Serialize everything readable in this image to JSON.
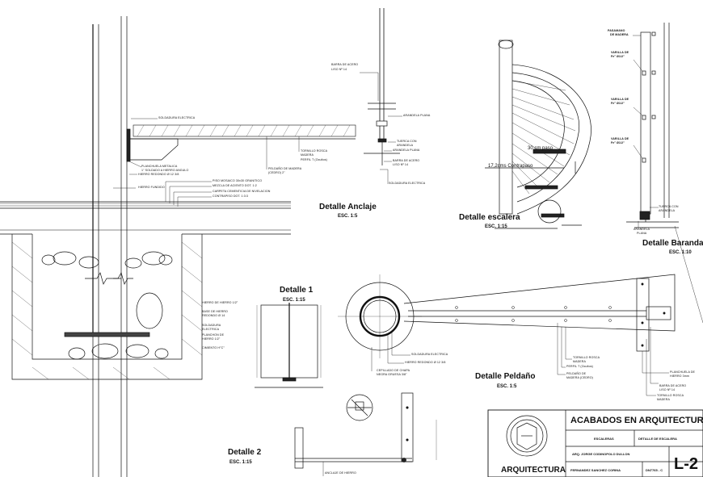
{
  "details": {
    "anclaje": {
      "title": "Detalle Anclaje",
      "scale": "ESC. 1:5"
    },
    "escalera": {
      "title": "Detalle escalera",
      "scale": "ESC. 1:15"
    },
    "baranda": {
      "title": "Detalle Baranda",
      "scale": "ESC. 1:10"
    },
    "uno": {
      "title": "Detalle 1",
      "scale": "ESC. 1:15"
    },
    "peldano": {
      "title": "Detalle Peldaño",
      "scale": "ESC. 1:5"
    },
    "dos": {
      "title": "Detalle 2",
      "scale": "ESC. 1:15"
    }
  },
  "annotations": {
    "soldadura_electrica_top": "SOLDADURA ELECTRICA",
    "planchuela": "PLANCHUELA METALICA",
    "planchuela2": "1\" SOLDADO A HIERRO ANGULO",
    "hierro_redondo_top": "HIERRO REDONDO Ø 12 3/8",
    "hierro_fundido": "HIERRO FUNDIDO",
    "piso_mosaico": "PISO MOSAICO 30x30 GRANITICO",
    "mezcla": "MEZCLA DE ACIENTO DOT. 1:2",
    "carpeta": "CARPETA CEMENTICIA DE NIVELACION",
    "contrapiso": "CONTRAPISO DOT. 1:3:3",
    "barra_acero": "BARRA DE ACERO",
    "barra_acero2": "LISO Nº 14",
    "arandela_plana": "ARANDELA PLANA",
    "tuerca": "TUERCA CON",
    "tuerca2": "ARANDELA",
    "arandela_plana2": "ARANDELA PLANA",
    "barra_acero_b": "BARRA DE ACERO",
    "barra_acero_b2": "LISO Nº 14",
    "soldadura_b": "SOLDADURA ELECTRICA",
    "tornillo": "TORNILLO ROSCA",
    "tornillo2": "MADERA",
    "perfil": "PERFIL T (Ocultos)",
    "peldano_madera": "PELDAÑO DE MADERA",
    "peldano_madera2": "(CEDRO) 2\"",
    "paso": "30 cm paso",
    "contrapaso": "17,2cms Contrapaso",
    "pasamano": "PASAMANO",
    "pasamano2": "DE MADERA",
    "varilla1": "VARILLA DE",
    "varilla1b": "Fe° Ø1/2\"",
    "varilla2": "VARILLA DE",
    "varilla2b": "Fe° Ø1/2\"",
    "varilla3": "VARILLA DE",
    "varilla3b": "Fe° Ø1/2\"",
    "tuerca_baranda": "TUERCA CON",
    "tuerca_baranda2": "ARANDELA",
    "arandela_baranda": "ARANDELA",
    "arandela_baranda2": "PLANA",
    "hierro_redondo_12": "HIERRO DE HIERRO 1/2\"",
    "base_hierro": "BASE DE HIERRO",
    "base_hierro2": "REDONDO Ø 14",
    "soldadura_c": "SOLDADURA",
    "soldadura_c2": "ELECTRICA",
    "planchon": "PLANCHON DE",
    "planchon2": "HIERRO 1/2\"",
    "cimiento": "CIMIENTO H°C°",
    "soldadura_d": "SOLDADURA ELECTRICA",
    "hierro_redondo_d": "HIERRO REDONDO Ø 12 3/8",
    "cepillado": "CEPILLADO DE CHAPA",
    "cepillado2": "NEGRA GRUESA 3/8\"",
    "tornillo_p": "TORNILLO ROSCA",
    "tornillo_p2": "MADERA",
    "perfil_p": "PERFIL T (Ocultos)",
    "peldano_p": "PELDAÑO DE",
    "peldano_p2": "MADERA (CEDRO)",
    "planchuela_p": "PLANCHUELA DE",
    "planchuela_p2": "HIERRO 3mm",
    "barra_p": "BARRA DE ACERO",
    "barra_p2": "LISO Nº 14",
    "tornillo_p3": "TORNILLO ROSCA",
    "tornillo_p4": "MADERA",
    "anclaje_hierro": "ANCLAJE DE HIERRO"
  },
  "title_block": {
    "project": "ACABADOS EN ARQUITECTURA",
    "item1": "ESCALERAS",
    "item2": "DETALLE DE ESCALERA",
    "teacher": "ARQ. JORGE CODINOPOLO DULLON",
    "student": "FERNANDEZ SANCHEZ CORINA",
    "code": "DN7765 - C",
    "sheet": "L-2",
    "school": "ARQUITECTURA"
  }
}
